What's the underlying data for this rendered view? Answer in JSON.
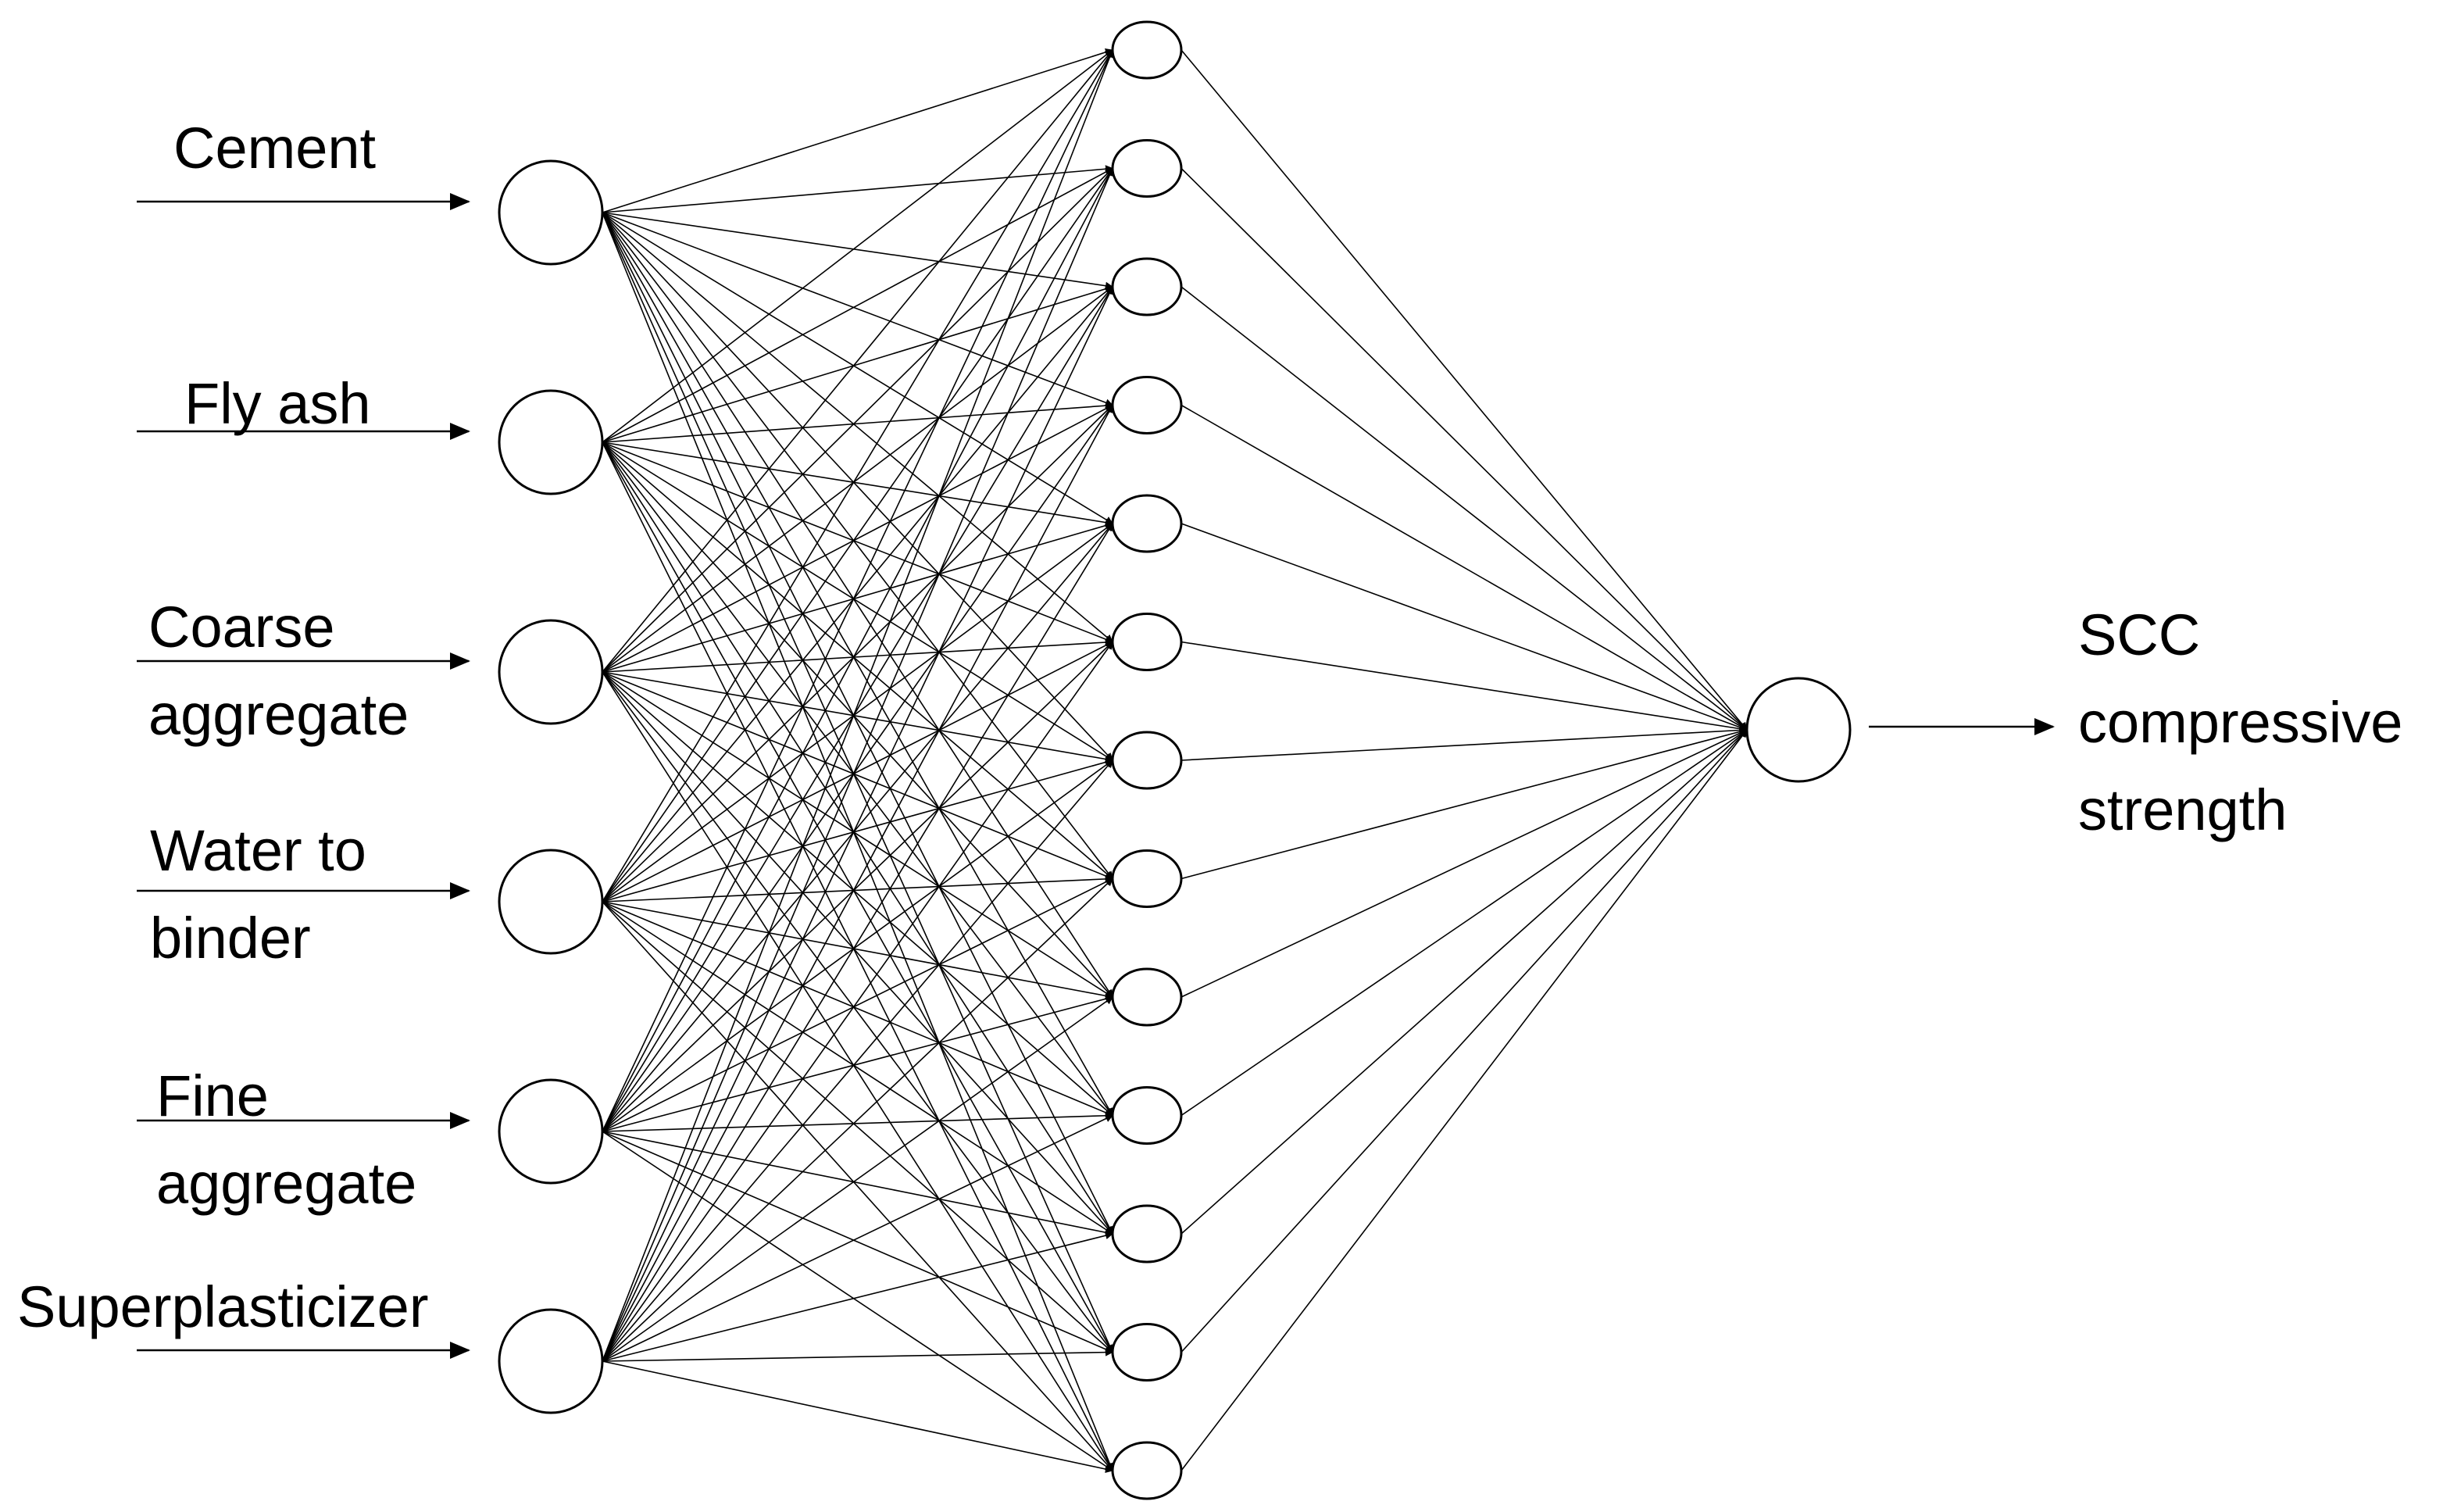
{
  "inputs": [
    {
      "lines": [
        "Cement"
      ]
    },
    {
      "lines": [
        "Fly ash"
      ]
    },
    {
      "lines": [
        "Coarse",
        "aggregate"
      ]
    },
    {
      "lines": [
        "Water to",
        "binder"
      ]
    },
    {
      "lines": [
        "Fine",
        "aggregate"
      ]
    },
    {
      "lines": [
        "Superplasticizer"
      ]
    }
  ],
  "hidden_layer": {
    "neuron_count": 13
  },
  "output": {
    "lines": [
      "SCC",
      "compressive",
      "strength"
    ]
  },
  "colors": {
    "line": "#000000",
    "background": "#ffffff"
  }
}
